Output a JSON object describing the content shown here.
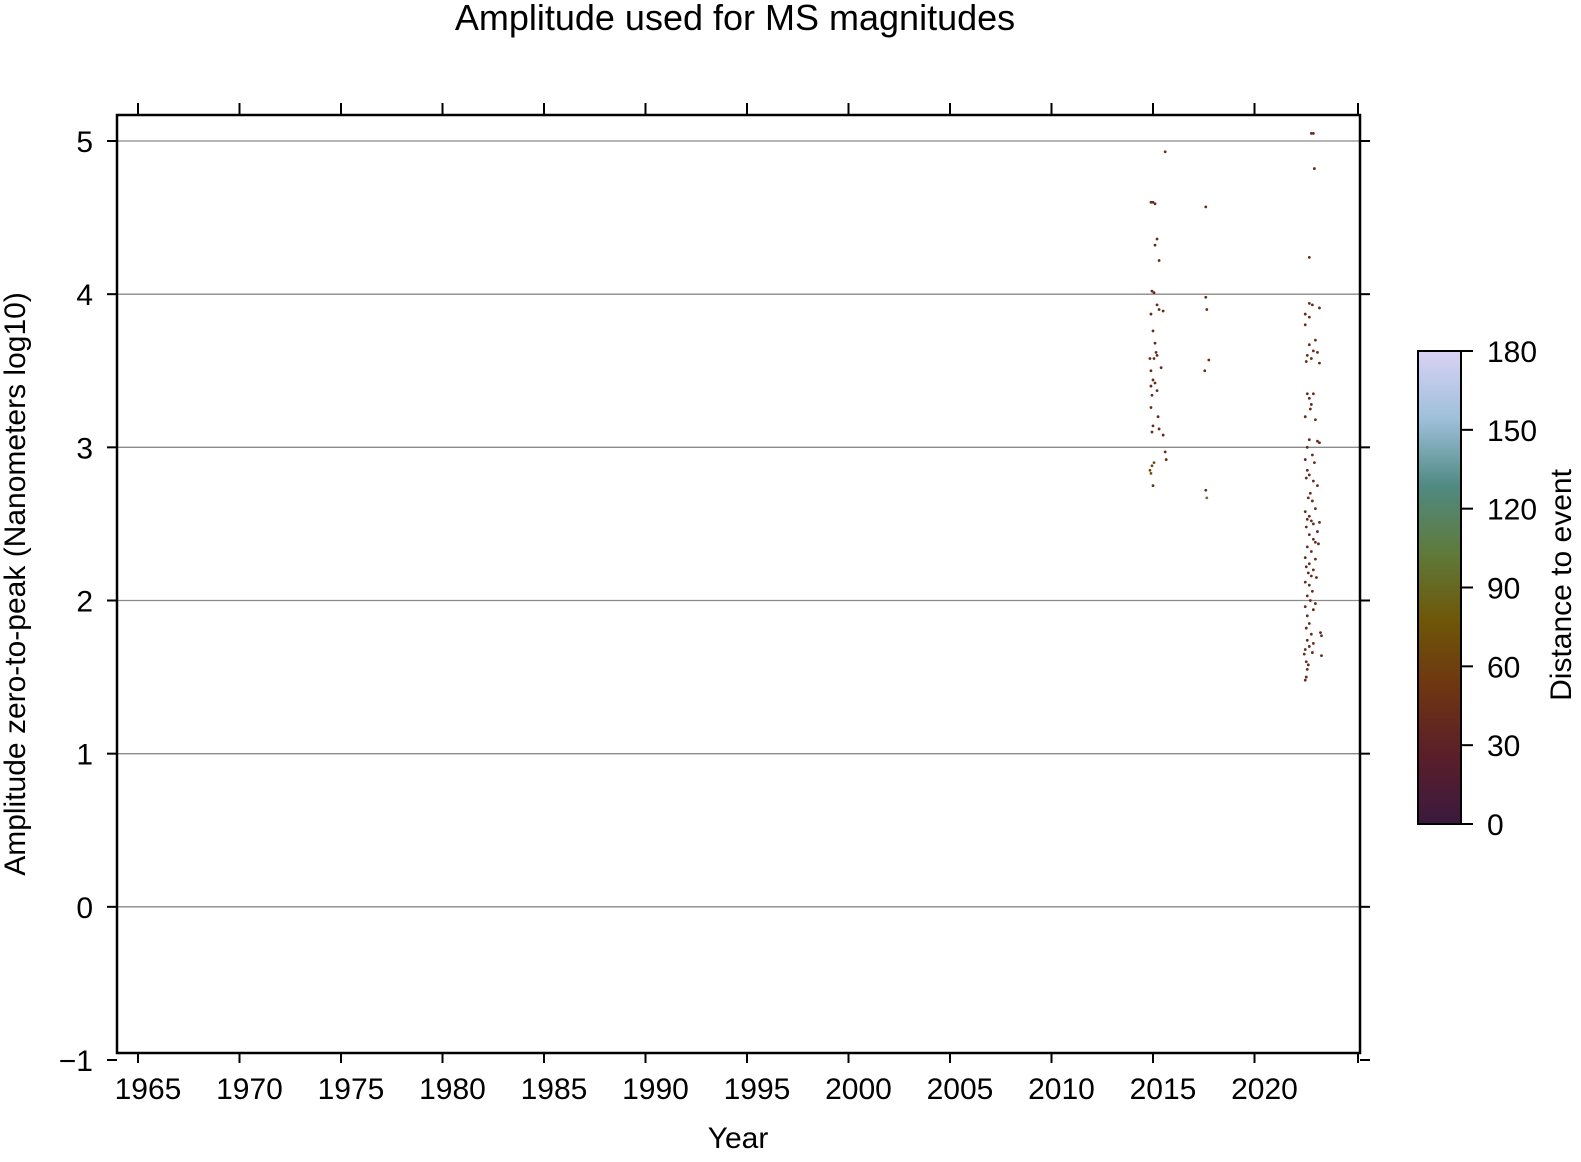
{
  "chart_data": {
    "type": "scatter",
    "title": "Amplitude used for MS magnitudes",
    "xlabel": "Year",
    "ylabel": "Amplitude zero-to-peak (Nanometers log10)",
    "xlim": [
      1964,
      2025
    ],
    "ylim": [
      -1,
      5.17
    ],
    "x_ticks": [
      1965,
      1970,
      1975,
      1980,
      1985,
      1990,
      1995,
      2000,
      2005,
      2010,
      2015,
      2020
    ],
    "y_ticks": [
      5,
      4,
      3,
      2,
      1,
      0,
      -1
    ],
    "y_tick_labels": [
      "5",
      "4",
      "3",
      "2",
      "1",
      "0",
      "−1"
    ],
    "grid": "horizontal",
    "colorbar": {
      "label": "Distance to event",
      "range": [
        0,
        180
      ],
      "ticks": [
        180,
        150,
        120,
        90,
        60,
        30,
        0
      ],
      "colors": [
        "#3a1a3e",
        "#5a1e2a",
        "#6e3512",
        "#6e5608",
        "#5f7a3a",
        "#4f8a82",
        "#9ec0da",
        "#d9d2f4"
      ]
    },
    "series": [
      {
        "color_by_distance": [
          30,
          80
        ],
        "points": [
          [
            2014.9,
            4.6,
            40
          ],
          [
            2015.0,
            4.6,
            40
          ],
          [
            2015.1,
            4.59,
            40
          ],
          [
            2015.6,
            4.93,
            45
          ],
          [
            2015.2,
            4.36,
            40
          ],
          [
            2015.1,
            4.32,
            40
          ],
          [
            2015.3,
            4.22,
            40
          ],
          [
            2014.95,
            4.02,
            40
          ],
          [
            2015.05,
            4.01,
            40
          ],
          [
            2015.2,
            3.93,
            40
          ],
          [
            2015.3,
            3.9,
            40
          ],
          [
            2015.5,
            3.89,
            40
          ],
          [
            2014.9,
            3.87,
            40
          ],
          [
            2015.0,
            3.76,
            40
          ],
          [
            2015.1,
            3.68,
            40
          ],
          [
            2015.15,
            3.62,
            40
          ],
          [
            2015.2,
            3.6,
            40
          ],
          [
            2015.05,
            3.58,
            40
          ],
          [
            2014.85,
            3.58,
            40
          ],
          [
            2015.4,
            3.52,
            40
          ],
          [
            2014.9,
            3.5,
            40
          ],
          [
            2015.0,
            3.44,
            40
          ],
          [
            2015.1,
            3.42,
            40
          ],
          [
            2014.9,
            3.4,
            40
          ],
          [
            2015.2,
            3.37,
            40
          ],
          [
            2014.95,
            3.34,
            40
          ],
          [
            2014.9,
            3.26,
            40
          ],
          [
            2015.25,
            3.2,
            40
          ],
          [
            2015.0,
            3.14,
            40
          ],
          [
            2015.3,
            3.12,
            40
          ],
          [
            2014.95,
            3.1,
            40
          ],
          [
            2015.5,
            3.08,
            40
          ],
          [
            2015.6,
            2.97,
            45
          ],
          [
            2015.65,
            2.92,
            45
          ],
          [
            2015.05,
            2.9,
            70
          ],
          [
            2014.95,
            2.88,
            70
          ],
          [
            2014.85,
            2.85,
            70
          ],
          [
            2014.9,
            2.83,
            70
          ],
          [
            2015.0,
            2.75,
            40
          ],
          [
            2017.6,
            4.57,
            40
          ],
          [
            2017.6,
            3.98,
            40
          ],
          [
            2017.65,
            3.9,
            40
          ],
          [
            2017.75,
            3.57,
            40
          ],
          [
            2017.55,
            3.5,
            40
          ],
          [
            2017.6,
            2.72,
            40
          ],
          [
            2017.65,
            2.67,
            100
          ],
          [
            2022.8,
            5.05,
            40
          ],
          [
            2022.9,
            5.05,
            40
          ],
          [
            2022.95,
            4.82,
            40
          ],
          [
            2022.7,
            4.24,
            40
          ],
          [
            2022.7,
            3.94,
            40
          ],
          [
            2022.85,
            3.93,
            40
          ],
          [
            2023.2,
            3.91,
            40
          ],
          [
            2022.5,
            3.87,
            40
          ],
          [
            2022.7,
            3.85,
            40
          ],
          [
            2022.5,
            3.8,
            40
          ],
          [
            2023.0,
            3.7,
            40
          ],
          [
            2022.7,
            3.67,
            40
          ],
          [
            2022.9,
            3.63,
            40
          ],
          [
            2023.1,
            3.62,
            40
          ],
          [
            2022.6,
            3.6,
            40
          ],
          [
            2022.8,
            3.58,
            40
          ],
          [
            2022.55,
            3.56,
            40
          ],
          [
            2023.2,
            3.55,
            40
          ],
          [
            2022.6,
            3.35,
            40
          ],
          [
            2022.9,
            3.35,
            40
          ],
          [
            2022.7,
            3.32,
            40
          ],
          [
            2022.8,
            3.28,
            40
          ],
          [
            2022.75,
            3.25,
            40
          ],
          [
            2022.5,
            3.2,
            40
          ],
          [
            2023.0,
            3.18,
            40
          ],
          [
            2022.7,
            3.05,
            40
          ],
          [
            2023.1,
            3.04,
            40
          ],
          [
            2023.2,
            3.03,
            40
          ],
          [
            2022.6,
            3.0,
            40
          ],
          [
            2022.85,
            2.95,
            40
          ],
          [
            2022.5,
            2.92,
            40
          ],
          [
            2022.95,
            2.9,
            40
          ],
          [
            2022.6,
            2.85,
            40
          ],
          [
            2022.7,
            2.82,
            40
          ],
          [
            2022.55,
            2.8,
            40
          ],
          [
            2022.9,
            2.78,
            40
          ],
          [
            2023.1,
            2.75,
            40
          ],
          [
            2022.75,
            2.7,
            40
          ],
          [
            2022.65,
            2.67,
            40
          ],
          [
            2022.85,
            2.65,
            40
          ],
          [
            2023.0,
            2.6,
            40
          ],
          [
            2022.5,
            2.58,
            40
          ],
          [
            2022.7,
            2.55,
            40
          ],
          [
            2022.6,
            2.53,
            40
          ],
          [
            2022.8,
            2.52,
            40
          ],
          [
            2023.2,
            2.51,
            40
          ],
          [
            2022.9,
            2.5,
            40
          ],
          [
            2022.55,
            2.48,
            40
          ],
          [
            2023.1,
            2.45,
            40
          ],
          [
            2022.7,
            2.43,
            40
          ],
          [
            2022.9,
            2.4,
            40
          ],
          [
            2023.0,
            2.38,
            40
          ],
          [
            2023.15,
            2.37,
            40
          ],
          [
            2022.6,
            2.35,
            40
          ],
          [
            2022.8,
            2.32,
            40
          ],
          [
            2022.5,
            2.28,
            40
          ],
          [
            2023.0,
            2.27,
            40
          ],
          [
            2022.7,
            2.24,
            40
          ],
          [
            2022.55,
            2.22,
            40
          ],
          [
            2022.9,
            2.2,
            40
          ],
          [
            2022.65,
            2.18,
            40
          ],
          [
            2022.8,
            2.16,
            40
          ],
          [
            2023.05,
            2.15,
            40
          ],
          [
            2022.5,
            2.12,
            40
          ],
          [
            2022.7,
            2.1,
            40
          ],
          [
            2022.85,
            2.06,
            40
          ],
          [
            2022.6,
            2.03,
            40
          ],
          [
            2022.75,
            2.0,
            40
          ],
          [
            2023.0,
            1.98,
            40
          ],
          [
            2022.5,
            1.96,
            40
          ],
          [
            2022.9,
            1.94,
            40
          ],
          [
            2022.6,
            1.9,
            40
          ],
          [
            2022.7,
            1.85,
            40
          ],
          [
            2022.55,
            1.82,
            40
          ],
          [
            2023.25,
            1.79,
            40
          ],
          [
            2022.8,
            1.78,
            40
          ],
          [
            2023.3,
            1.77,
            40
          ],
          [
            2022.6,
            1.74,
            40
          ],
          [
            2022.9,
            1.72,
            40
          ],
          [
            2022.7,
            1.7,
            40
          ],
          [
            2022.5,
            1.68,
            40
          ],
          [
            2022.85,
            1.66,
            40
          ],
          [
            2022.45,
            1.65,
            40
          ],
          [
            2023.3,
            1.64,
            40
          ],
          [
            2022.55,
            1.6,
            40
          ],
          [
            2022.65,
            1.58,
            40
          ],
          [
            2022.6,
            1.55,
            40
          ],
          [
            2022.55,
            1.5,
            40
          ],
          [
            2022.5,
            1.48,
            40
          ]
        ]
      }
    ]
  }
}
